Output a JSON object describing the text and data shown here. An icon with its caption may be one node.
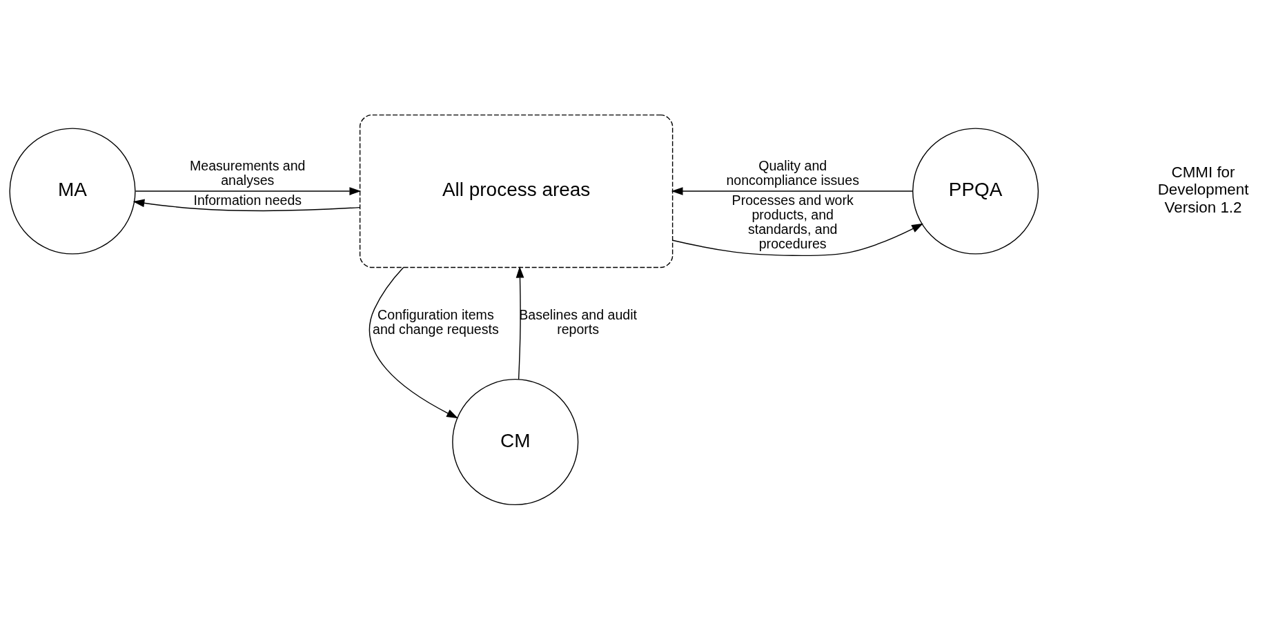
{
  "diagram": {
    "nodes": [
      {
        "text": [
          "MA"
        ]
      },
      {
        "text": [
          "All process areas"
        ]
      },
      {
        "text": [
          "PPQA"
        ]
      },
      {
        "text": [
          "CM"
        ]
      }
    ],
    "edges": [
      {
        "from": 0,
        "to": 1,
        "arrow": "to",
        "label": "Measurements and analyses"
      },
      {
        "from": 1,
        "to": 0,
        "arrow": "to",
        "label": "Information needs"
      },
      {
        "from": 2,
        "to": 1,
        "arrow": "to",
        "label": "Quality and noncompliance issues"
      },
      {
        "from": 1,
        "to": 2,
        "arrow": "to",
        "label": "Processes and work products, and standards, and procedures"
      },
      {
        "from": 1,
        "to": 3,
        "arrow": "to",
        "label": "Configuration items and change requests"
      },
      {
        "from": 3,
        "to": 1,
        "arrow": "to",
        "label": "Baselines and audit reports"
      }
    ],
    "labels": [
      "CMMI for Development Version 1.2"
    ]
  }
}
